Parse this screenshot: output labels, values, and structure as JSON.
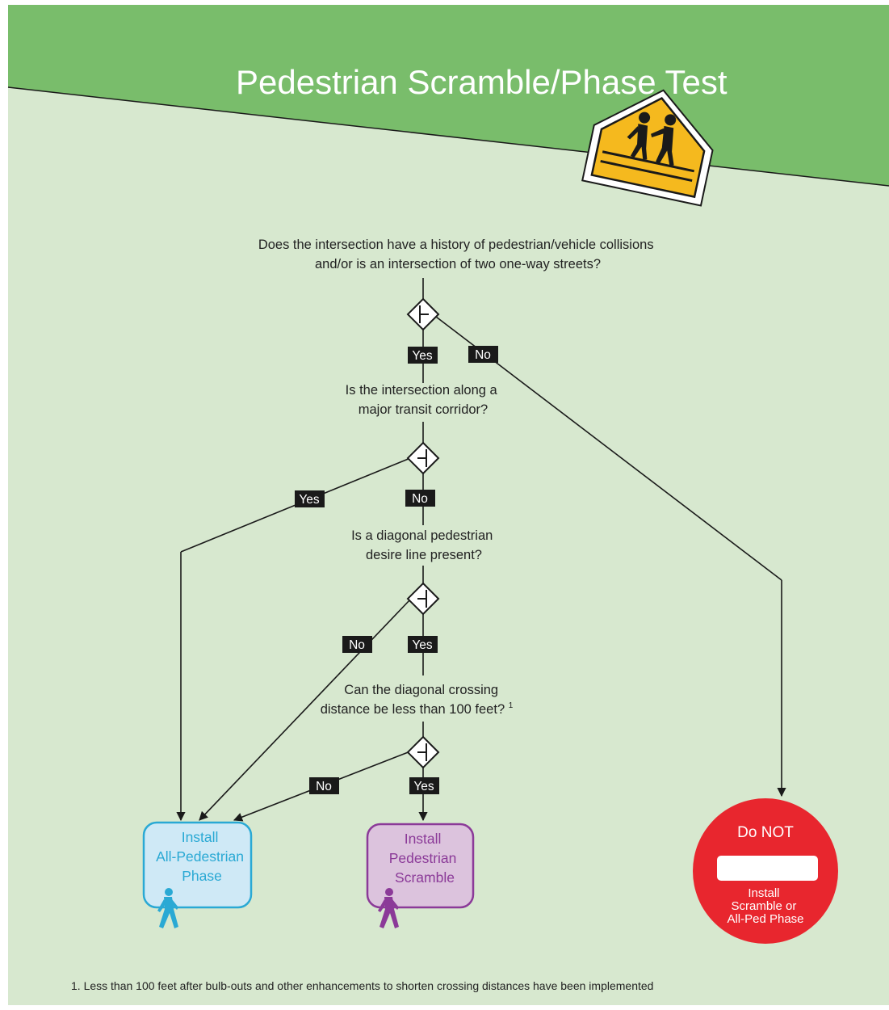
{
  "title": "Pedestrian Scramble/Phase Test",
  "questions": {
    "q1": [
      "Does the intersection have a history of pedestrian/vehicle collisions",
      "and/or is an intersection of two one-way streets?"
    ],
    "q2": [
      "Is the intersection along a",
      "major transit corridor?"
    ],
    "q3": [
      "Is a diagonal pedestrian",
      "desire line present?"
    ],
    "q4": [
      "Can the diagonal crossing",
      "distance be less than 100 feet?"
    ],
    "q4_footnote_mark": "1"
  },
  "labels": {
    "q1_yes": "Yes",
    "q1_no": "No",
    "q2_yes": "Yes",
    "q2_no": "No",
    "q3_no": "No",
    "q3_yes": "Yes",
    "q4_no": "No",
    "q4_yes": "Yes"
  },
  "outcomes": {
    "all_ped": [
      "Install",
      "All-Pedestrian",
      "Phase"
    ],
    "scramble": [
      "Install",
      "Pedestrian",
      "Scramble"
    ],
    "do_not_head": "Do NOT",
    "do_not_sub": [
      "Install",
      "Scramble or",
      "All-Ped Phase"
    ]
  },
  "footnote": "1. Less than 100 feet after bulb-outs and other enhancements to shorten crossing distances have been implemented",
  "icons": {
    "sign": "school-crossing-sign-icon",
    "decision": "junction-diamond-icon",
    "walker_blue": "pedestrian-walking-icon",
    "walker_purple": "pedestrian-walking-icon"
  },
  "colors": {
    "header_green": "#79bd6b",
    "background": "#d7e8cf",
    "all_ped_fill": "#cfe9f6",
    "all_ped_stroke": "#2aa9d4",
    "scramble_fill": "#dcc3dd",
    "scramble_stroke": "#8b3a98",
    "stop_red": "#e8262e",
    "sign_yellow": "#f5b91e"
  }
}
